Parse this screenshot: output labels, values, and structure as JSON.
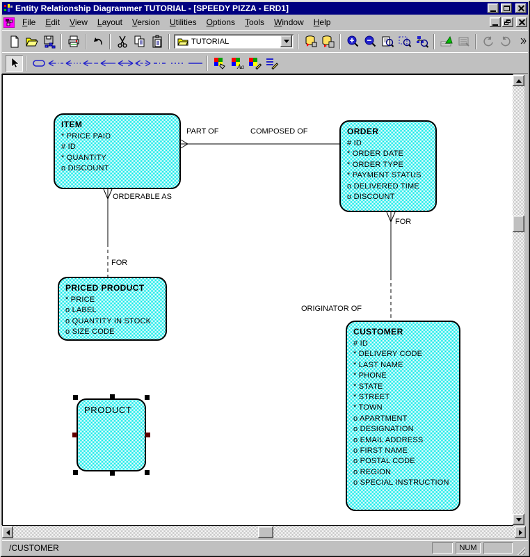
{
  "window": {
    "title": "Entity Relationship Diagrammer TUTORIAL - [SPEEDY PIZZA - ERD1]"
  },
  "menu": {
    "items": [
      "File",
      "Edit",
      "View",
      "Layout",
      "Version",
      "Utilities",
      "Options",
      "Tools",
      "Window",
      "Help"
    ]
  },
  "toolbar": {
    "diagram_name": "TUTORIAL"
  },
  "diagram": {
    "entities": {
      "item": {
        "name": "ITEM",
        "attributes": [
          "* PRICE PAID",
          "# ID",
          "* QUANTITY",
          "o DISCOUNT"
        ]
      },
      "order": {
        "name": "ORDER",
        "attributes": [
          "# ID",
          "* ORDER DATE",
          "* ORDER TYPE",
          "* PAYMENT STATUS",
          "o DELIVERED TIME",
          "o DISCOUNT"
        ]
      },
      "priced_product": {
        "name": "PRICED PRODUCT",
        "attributes": [
          "* PRICE",
          "o LABEL",
          "o QUANTITY IN STOCK",
          "o SIZE CODE"
        ]
      },
      "customer": {
        "name": "CUSTOMER",
        "attributes": [
          "# ID",
          "* DELIVERY CODE",
          "* LAST NAME",
          "* PHONE",
          "* STATE",
          "* STREET",
          "* TOWN",
          "o APARTMENT",
          "o DESIGNATION",
          "o EMAIL ADDRESS",
          "o FIRST NAME",
          "o POSTAL CODE",
          "o REGION",
          "o SPECIAL INSTRUCTION"
        ]
      },
      "product": {
        "name": "PRODUCT",
        "attributes": []
      }
    },
    "labels": {
      "part_of": "PART OF",
      "composed_of": "COMPOSED OF",
      "orderable_as": "ORDERABLE AS",
      "for_item_priced_product": "FOR",
      "for_order_customer": "FOR",
      "originator_of": "ORIGINATOR OF"
    }
  },
  "status_bar": {
    "selection": "/CUSTOMER",
    "num_lock": "NUM"
  },
  "colors": {
    "title_bar": "#000080",
    "chrome": "#c0c0c0",
    "entity_fill": "#00e8e8",
    "tool_blue": "#2222cc"
  }
}
